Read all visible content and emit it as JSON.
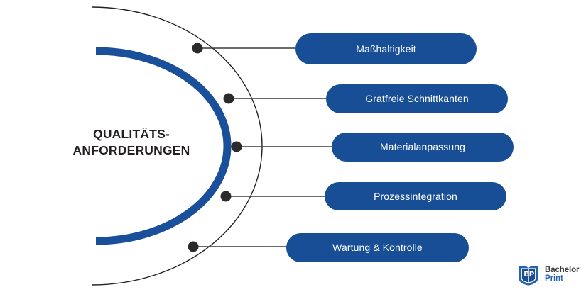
{
  "diagram": {
    "type": "radial-arc-list",
    "center_title": "QUALITÄTS-\nANFORDERUNGEN",
    "colors": {
      "pill_blue": "#174E96",
      "arc_blue": "#1A5099",
      "arc_thin": "#222222",
      "dot": "#2b2b2b",
      "connector": "#3a3a3a",
      "title_text": "#231f20",
      "pill_text": "#ffffff",
      "background": "#ffffff"
    },
    "items": [
      {
        "label": "Maßhaltigkeit"
      },
      {
        "label": "Gratfreie Schnittkanten"
      },
      {
        "label": "Materialanpassung"
      },
      {
        "label": "Prozessintegration"
      },
      {
        "label": "Wartung & Kontrolle"
      }
    ]
  },
  "logo": {
    "icon": "book-shield-bp-icon",
    "line1": "Bachelor",
    "line2": "Print"
  }
}
